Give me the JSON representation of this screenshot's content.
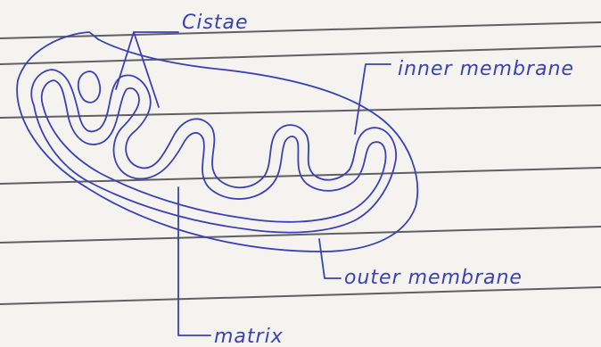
{
  "diagram": {
    "labels": {
      "cristae": "Cistae",
      "inner_membrane": "inner membrane",
      "outer_membrane": "outer membrane",
      "matrix": "matrix"
    }
  },
  "colors": {
    "paper": "#f4f3ef",
    "ruled_line": "#3c3c40",
    "ink": "#3b40b6"
  }
}
